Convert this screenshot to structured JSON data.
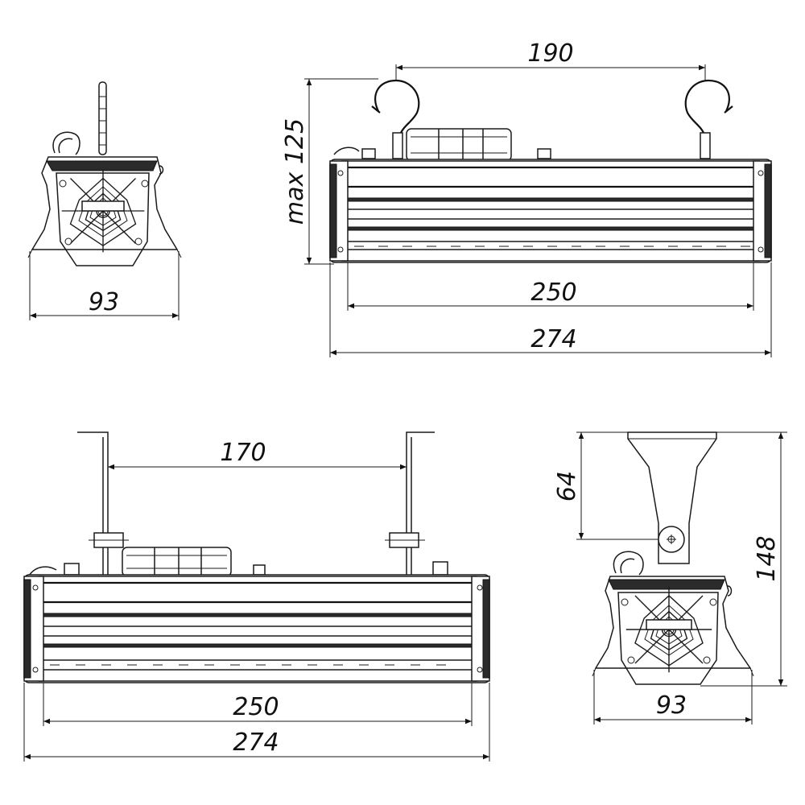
{
  "dimensions": {
    "hook_spacing": "190",
    "max_height": "max 125",
    "inner_length_top": "250",
    "total_length_top": "274",
    "width_top": "93",
    "bracket_spacing": "170",
    "inner_length_bottom": "250",
    "total_length_bottom": "274",
    "bracket_height": "64",
    "total_height": "148",
    "width_bottom": "93"
  }
}
